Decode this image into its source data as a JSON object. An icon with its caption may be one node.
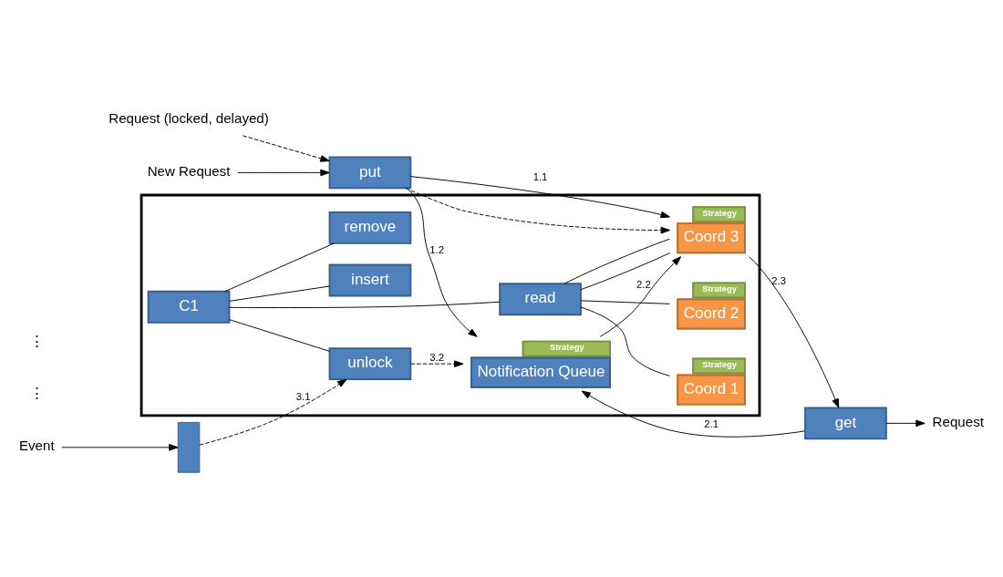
{
  "diagram": {
    "nodes": [
      {
        "text": [],
        "shape": "box"
      },
      {
        "text": [
          "C1"
        ],
        "in": 0
      },
      {
        "text": [
          "read"
        ],
        "in": 0
      },
      {
        "text": [
          "insert"
        ],
        "in": 0
      },
      {
        "text": [
          "remove"
        ],
        "in": 0
      },
      {
        "text": [
          "unlock"
        ],
        "in": 0
      },
      {
        "text": [
          "Strategy",
          "Coord 1"
        ],
        "in": 0
      },
      {
        "text": [
          "Strategy",
          "Coord 2"
        ],
        "in": 0
      },
      {
        "text": [
          "Strategy",
          "Coord 3"
        ],
        "in": 0
      },
      {
        "text": [
          "Strategy",
          "Notification Queue"
        ],
        "in": 0
      },
      {
        "text": [
          "put"
        ]
      },
      {
        "text": [
          "get"
        ]
      },
      {
        "text": [],
        "shape": "box"
      },
      {
        "text": [
          "New Request"
        ]
      },
      {
        "text": [
          "Request (locked, delayed)"
        ]
      },
      {
        "text": [
          "Request"
        ]
      },
      {
        "text": [
          "Event"
        ]
      }
    ],
    "edges": [
      {
        "from": 13,
        "to": 10,
        "arrow": "to"
      },
      {
        "from": 14,
        "to": 10,
        "arrow": "to",
        "style": "dashed"
      },
      {
        "from": 1,
        "to": 2,
        "arrow": "none"
      },
      {
        "from": 1,
        "to": 3,
        "arrow": "none"
      },
      {
        "from": 1,
        "to": 4,
        "arrow": "none"
      },
      {
        "from": 1,
        "to": 5,
        "arrow": "none"
      },
      {
        "from": 2,
        "to": 6,
        "arrow": "none"
      },
      {
        "from": 2,
        "to": 7,
        "arrow": "none"
      },
      {
        "from": 2,
        "to": 8,
        "arrow": "none"
      },
      {
        "from": 2,
        "to": 8,
        "arrow": "none"
      },
      {
        "from": 10,
        "to": 8,
        "arrow": "to",
        "label": "1.1"
      },
      {
        "from": 10,
        "to": 8,
        "arrow": "to",
        "style": "dashed"
      },
      {
        "from": 10,
        "to": 9,
        "arrow": "to",
        "label": "1.2"
      },
      {
        "from": 8,
        "to": 11,
        "arrow": "to",
        "label": "2.3"
      },
      {
        "from": 11,
        "to": 15,
        "arrow": "to"
      },
      {
        "from": 11,
        "to": 9,
        "arrow": "to",
        "label": "2.1"
      },
      {
        "from": 9,
        "to": 8,
        "arrow": "to",
        "label": "2.2"
      },
      {
        "from": 16,
        "to": 12,
        "arrow": "to"
      },
      {
        "from": 12,
        "to": 5,
        "arrow": "to",
        "style": "dashed",
        "label": "3.1"
      },
      {
        "from": 5,
        "to": 9,
        "arrow": "to",
        "style": "dashed",
        "label": "3.2"
      }
    ],
    "labels": [
      "⋮",
      "⋮"
    ]
  }
}
